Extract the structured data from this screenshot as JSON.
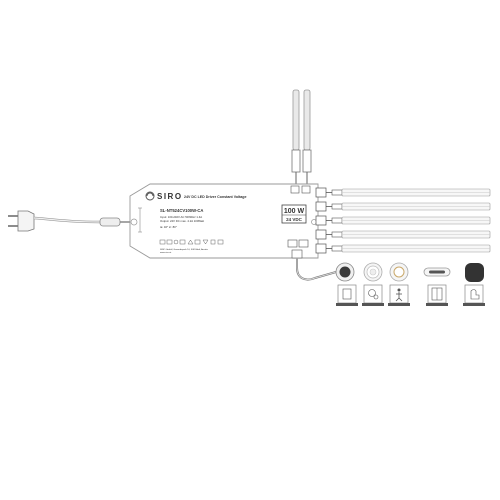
{
  "driver": {
    "brand": "SIRO",
    "title": "24V DC LED Driver Constant Voltage",
    "model": "SL-NT524CV100W-CA",
    "input_spec": "Input: 100-240V AC 50/60Hz  1.4A",
    "output_spec": "Output: 24V DC max. 4.2A 100Watt",
    "ta_rating": "ta: 40°   tc: 80°",
    "power_badge": "100 W",
    "voltage_badge": "24 VDC",
    "footer_line_1": "SIRO GmbH, Gewerbepark 10, 5081 Anif, Austria",
    "footer_line_2": "www.siro.at"
  },
  "colors": {
    "outline": "#9a9a9a",
    "cable": "#d6d6d6",
    "dark_cable": "#555555",
    "badge_bg": "#ffffff",
    "switch_dark": "#3a3a3a"
  },
  "icons": {
    "accessories": [
      "switch-icon",
      "dimmer-icon",
      "motion-sensor-icon",
      "door-contact-icon",
      "touch-sensor-icon"
    ]
  }
}
